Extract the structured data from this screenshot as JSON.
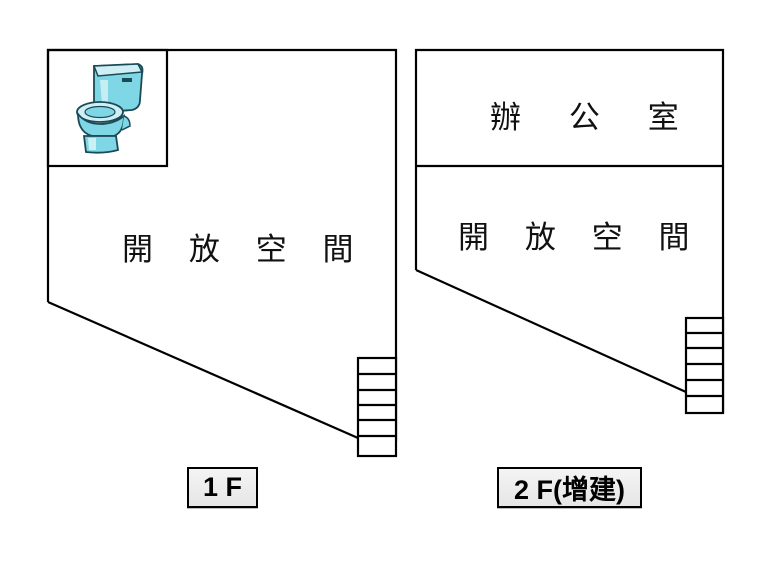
{
  "floors": [
    {
      "label": "1 F",
      "open_space": "開 放 空 間",
      "has_toilet": true
    },
    {
      "label": "2 F(增建)",
      "office": "辦 公 室",
      "open_space": "開 放 空 間"
    }
  ],
  "icons": {
    "toilet": "toilet-icon",
    "stairs": "stairs-icon"
  },
  "colors": {
    "line": "#000000",
    "toilet_fill": "#7fd6e4",
    "toilet_highlight": "#d6f4f8",
    "badge_bg": "#eeeeee"
  }
}
